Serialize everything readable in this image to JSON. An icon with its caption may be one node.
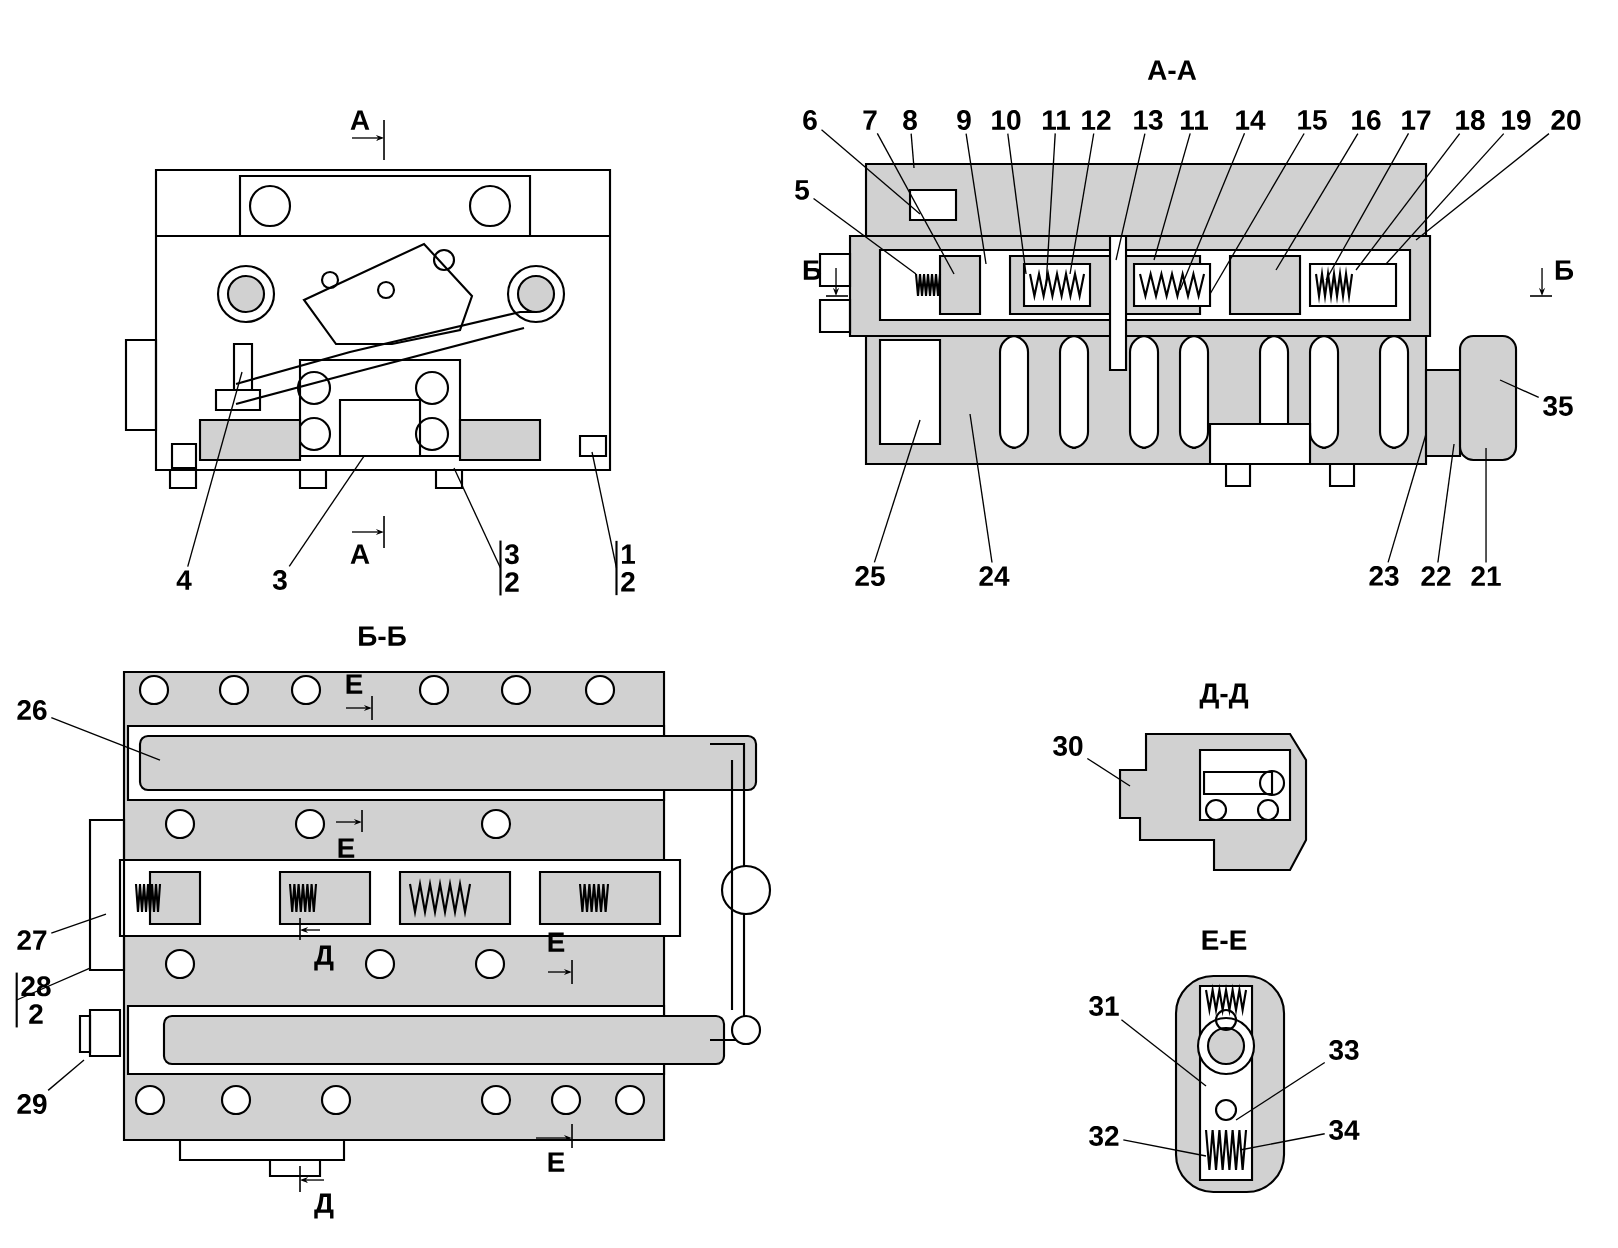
{
  "diagram": {
    "nodes": [
      {
        "text": [
          "6"
        ]
      },
      {
        "text": [
          "7"
        ]
      },
      {
        "text": [
          "8"
        ]
      },
      {
        "text": [
          "9"
        ]
      },
      {
        "text": [
          "10"
        ]
      },
      {
        "text": [
          "11"
        ]
      },
      {
        "text": [
          "12"
        ]
      },
      {
        "text": [
          "13"
        ]
      },
      {
        "text": [
          "11"
        ]
      },
      {
        "text": [
          "14"
        ]
      },
      {
        "text": [
          "15"
        ]
      },
      {
        "text": [
          "16"
        ]
      },
      {
        "text": [
          "17"
        ]
      },
      {
        "text": [
          "18"
        ]
      },
      {
        "text": [
          "19"
        ]
      },
      {
        "text": [
          "20"
        ]
      },
      {
        "text": [
          "5"
        ]
      },
      {
        "text": [
          "35"
        ]
      },
      {
        "text": [
          "4"
        ]
      },
      {
        "text": [
          "3"
        ]
      },
      {
        "text": [
          "3",
          "2"
        ]
      },
      {
        "text": [
          "1",
          "2"
        ]
      },
      {
        "text": [
          "25"
        ]
      },
      {
        "text": [
          "24"
        ]
      },
      {
        "text": [
          "23"
        ]
      },
      {
        "text": [
          "22"
        ]
      },
      {
        "text": [
          "21"
        ]
      },
      {
        "text": [
          "26"
        ]
      },
      {
        "text": [
          "30"
        ]
      },
      {
        "text": [
          "27"
        ]
      },
      {
        "text": [
          "28",
          "2"
        ]
      },
      {
        "text": [
          "31"
        ]
      },
      {
        "text": [
          "33"
        ]
      },
      {
        "text": [
          "32"
        ]
      },
      {
        "text": [
          "34"
        ]
      },
      {
        "text": [
          "29"
        ]
      },
      {
        "text": [],
        "shape": "picture"
      },
      {
        "text": [],
        "shape": "picture"
      },
      {
        "text": [],
        "shape": "picture"
      },
      {
        "text": [],
        "shape": "picture"
      },
      {
        "text": [],
        "shape": "picture"
      }
    ],
    "edges": [
      {
        "from": 0,
        "to": 37,
        "arrow": "none"
      },
      {
        "from": 1,
        "to": 37,
        "arrow": "none"
      },
      {
        "from": 2,
        "to": 37,
        "arrow": "none"
      },
      {
        "from": 3,
        "to": 37,
        "arrow": "none"
      },
      {
        "from": 4,
        "to": 37,
        "arrow": "none"
      },
      {
        "from": 5,
        "to": 37,
        "arrow": "none"
      },
      {
        "from": 6,
        "to": 37,
        "arrow": "none"
      },
      {
        "from": 7,
        "to": 37,
        "arrow": "none"
      },
      {
        "from": 8,
        "to": 37,
        "arrow": "none"
      },
      {
        "from": 9,
        "to": 37,
        "arrow": "none"
      },
      {
        "from": 10,
        "to": 37,
        "arrow": "none"
      },
      {
        "from": 11,
        "to": 37,
        "arrow": "none"
      },
      {
        "from": 12,
        "to": 37,
        "arrow": "none"
      },
      {
        "from": 13,
        "to": 37,
        "arrow": "none"
      },
      {
        "from": 14,
        "to": 37,
        "arrow": "none"
      },
      {
        "from": 15,
        "to": 37,
        "arrow": "none"
      },
      {
        "from": 16,
        "to": 37,
        "arrow": "none"
      },
      {
        "from": 17,
        "to": 37,
        "arrow": "none"
      },
      {
        "from": 18,
        "to": 36,
        "arrow": "none"
      },
      {
        "from": 19,
        "to": 36,
        "arrow": "none"
      },
      {
        "from": 20,
        "to": 36,
        "arrow": "none"
      },
      {
        "from": 21,
        "to": 36,
        "arrow": "none"
      },
      {
        "from": 22,
        "to": 37,
        "arrow": "none"
      },
      {
        "from": 23,
        "to": 37,
        "arrow": "none"
      },
      {
        "from": 24,
        "to": 37,
        "arrow": "none"
      },
      {
        "from": 25,
        "to": 37,
        "arrow": "none"
      },
      {
        "from": 26,
        "to": 37,
        "arrow": "none"
      },
      {
        "from": 27,
        "to": 38,
        "arrow": "none"
      },
      {
        "from": 28,
        "to": 39,
        "arrow": "none"
      },
      {
        "from": 29,
        "to": 38,
        "arrow": "none"
      },
      {
        "from": 30,
        "to": 38,
        "arrow": "none"
      },
      {
        "from": 31,
        "to": 40,
        "arrow": "none"
      },
      {
        "from": 32,
        "to": 40,
        "arrow": "none"
      },
      {
        "from": 33,
        "to": 40,
        "arrow": "none"
      },
      {
        "from": 34,
        "to": 40,
        "arrow": "none"
      },
      {
        "from": 35,
        "to": 38,
        "arrow": "none"
      }
    ],
    "labels": [
      "А-А",
      "А",
      "Б",
      "Б",
      "А",
      "Б-Б",
      "Е",
      "Д-Д",
      "Е",
      "Д",
      "Е",
      "Е-Е",
      "Е",
      "Д"
    ]
  }
}
